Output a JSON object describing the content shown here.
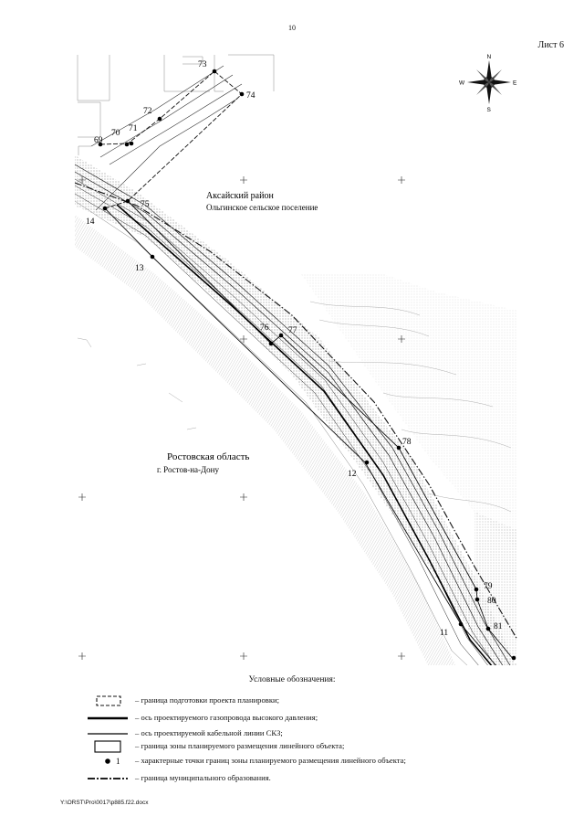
{
  "page_number": "10",
  "sheet_label": "Лист 6",
  "compass": {
    "n": "N",
    "s": "S",
    "e": "E",
    "w": "W"
  },
  "map": {
    "region_upper_line1": "Аксайский район",
    "region_upper_line2": "Ольгинское сельское поселение",
    "region_lower_line1": "Ростовская область",
    "region_lower_line2": "г. Ростов-на-Дону",
    "points": [
      {
        "label": "73"
      },
      {
        "label": "74"
      },
      {
        "label": "72"
      },
      {
        "label": "71"
      },
      {
        "label": "70"
      },
      {
        "label": "69"
      },
      {
        "label": "75"
      },
      {
        "label": "14"
      },
      {
        "label": "13"
      },
      {
        "label": "76"
      },
      {
        "label": "77"
      },
      {
        "label": "78"
      },
      {
        "label": "12"
      },
      {
        "label": "79"
      },
      {
        "label": "80"
      },
      {
        "label": "81"
      },
      {
        "label": "11"
      }
    ]
  },
  "legend": {
    "title": "Условные обозначения:",
    "items": [
      {
        "text": "–  граница подготовки проекта планировки;"
      },
      {
        "text": "–  ось проектируемого газопровода высокого давления;"
      },
      {
        "text": "–   ось проектируемой кабельной линии СКЗ;"
      },
      {
        "text": "–  граница зоны планируемого размещения линейного объекта;"
      },
      {
        "symbol_text": "1",
        "text": "–  характерные точки границ зоны планируемого размещения линейного объекта;"
      },
      {
        "text": "–  граница муниципального образования."
      }
    ]
  },
  "footer": {
    "path": "Y:\\ORST\\Pro\\0017\\p885.f22.docx"
  }
}
